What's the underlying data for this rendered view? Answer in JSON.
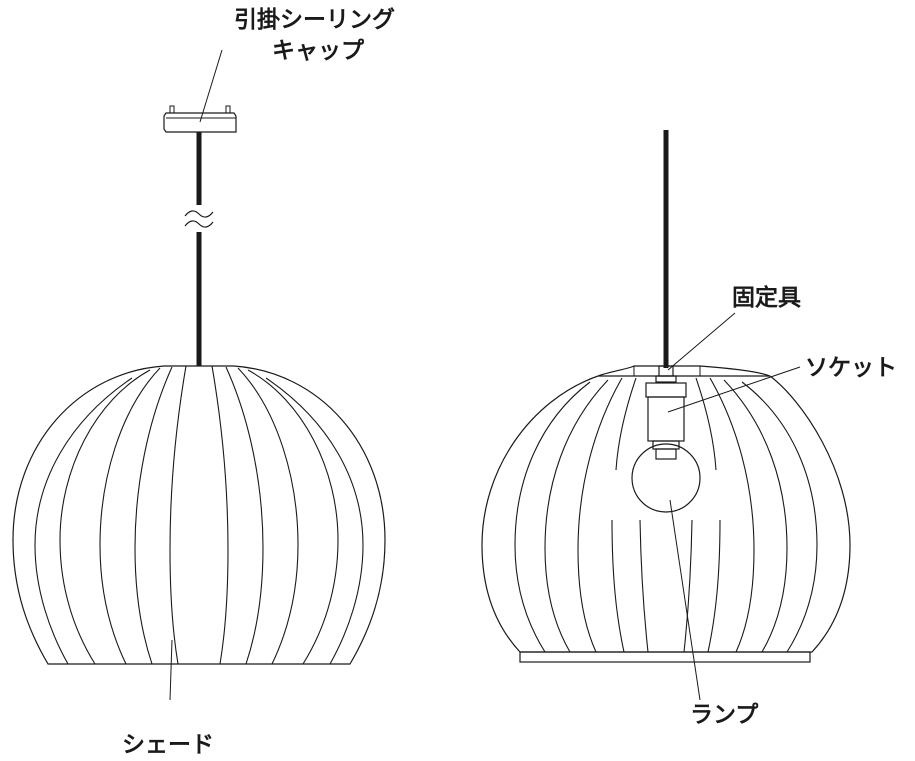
{
  "labels": {
    "ceiling_cap_line1": "引掛シーリング",
    "ceiling_cap_line2": "キャップ",
    "shade": "シェード",
    "fixture": "固定具",
    "socket": "ソケット",
    "lamp": "ランプ"
  }
}
